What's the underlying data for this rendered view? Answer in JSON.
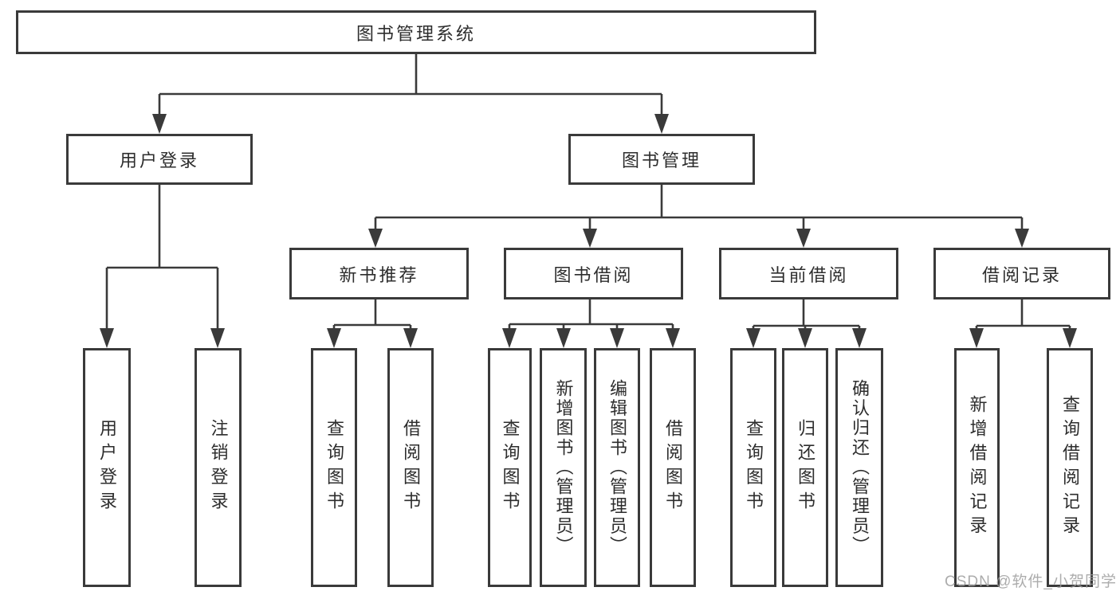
{
  "diagram_type": "hierarchy-tree",
  "colors": {
    "line": "#3a3a3a",
    "text": "#2d2d2d",
    "background": "#ffffff",
    "watermark": "#9e9e9e"
  },
  "watermark": {
    "text": "CSDN @软件_小贺同学"
  },
  "tree": {
    "label": "图书管理系统",
    "children": [
      {
        "label": "用户登录",
        "children": [
          {
            "label": "用户登录"
          },
          {
            "label": "注销登录"
          }
        ]
      },
      {
        "label": "图书管理",
        "children": [
          {
            "label": "新书推荐",
            "children": [
              {
                "label": "查询图书"
              },
              {
                "label": "借阅图书"
              }
            ]
          },
          {
            "label": "图书借阅",
            "children": [
              {
                "label": "查询图书"
              },
              {
                "label": "新增图书（管理员）"
              },
              {
                "label": "编辑图书（管理员）"
              },
              {
                "label": "借阅图书"
              }
            ]
          },
          {
            "label": "当前借阅",
            "children": [
              {
                "label": "查询图书"
              },
              {
                "label": "归还图书"
              },
              {
                "label": "确认归还（管理员）"
              }
            ]
          },
          {
            "label": "借阅记录",
            "children": [
              {
                "label": "新增借阅记录"
              },
              {
                "label": "查询借阅记录"
              }
            ]
          }
        ]
      }
    ]
  }
}
